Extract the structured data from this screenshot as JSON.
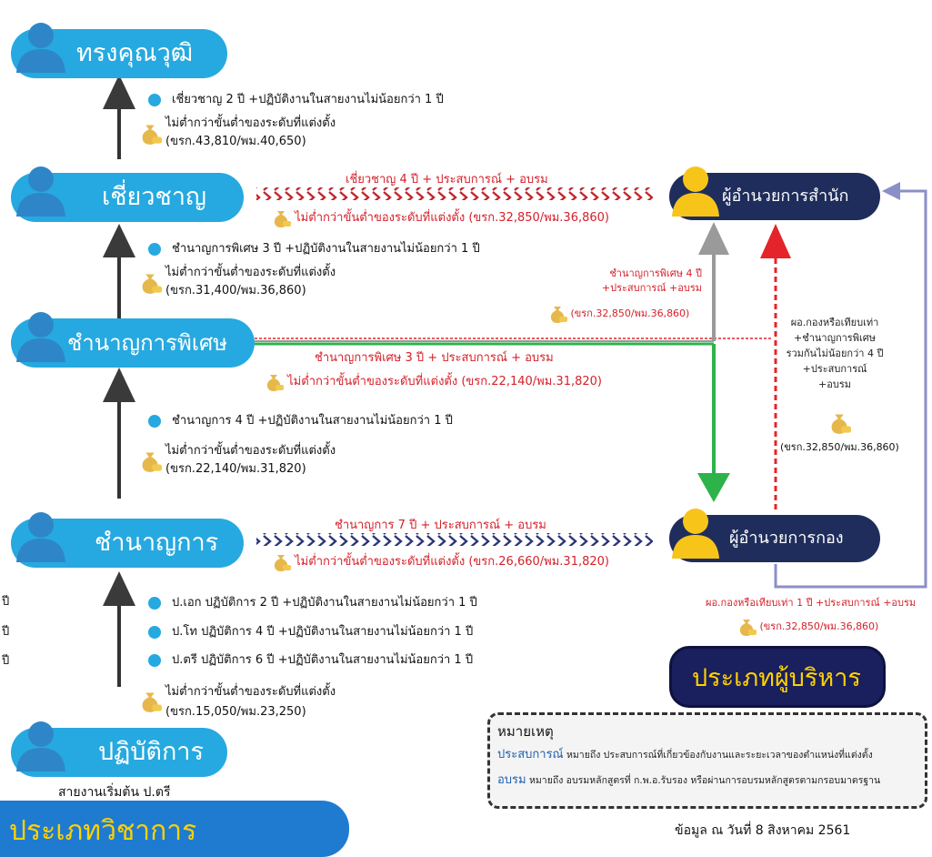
{
  "levels": {
    "expert_top": "ทรงคุณวุฒิ",
    "expert": "เชี่ยวชาญ",
    "senior_pro": "ชำนาญการพิเศษ",
    "pro": "ชำนาญการ",
    "operational": "ปฏิบัติการ"
  },
  "start_note": "สายงานเริ่มต้น ป.ตรี",
  "academic_type": "ประเภทวิชาการ",
  "exec_type": "ประเภทผู้บริหาร",
  "exec": {
    "office_director": "ผู้อำนวยการสำนัก",
    "division_director": "ผู้อำนวยการกอง"
  },
  "req": {
    "to_top_1": "เชี่ยวชาญ 2 ปี +ปฏิบัติงานในสายงานไม่น้อยกว่า 1 ปี",
    "to_top_2": "ไม่ต่ำกว่าขั้นต่ำของระดับที่แต่งตั้ง",
    "to_top_3": "(ขรก.43,810/พม.40,650)",
    "to_expert_1": "ชำนาญการพิเศษ 3 ปี +ปฏิบัติงานในสายงานไม่น้อยกว่า 1 ปี",
    "to_expert_2": "ไม่ต่ำกว่าขั้นต่ำของระดับที่แต่งตั้ง",
    "to_expert_3": "(ขรก.31,400/พม.36,860)",
    "to_senior_1": "ชำนาญการ 4 ปี +ปฏิบัติงานในสายงานไม่น้อยกว่า 1 ปี",
    "to_senior_2": "ไม่ต่ำกว่าขั้นต่ำของระดับที่แต่งตั้ง",
    "to_senior_3": "(ขรก.22,140/พม.31,820)",
    "to_pro_1": "ป.เอก ปฏิบัติการ 2 ปี +ปฏิบัติงานในสายงานไม่น้อยกว่า 1 ปี",
    "to_pro_2": "ป.โท ปฏิบัติการ 4 ปี +ปฏิบัติงานในสายงานไม่น้อยกว่า 1 ปี",
    "to_pro_3": "ป.ตรี ปฏิบัติการ 6 ปี +ปฏิบัติงานในสายงานไม่น้อยกว่า 1 ปี",
    "to_pro_4": "ไม่ต่ำกว่าขั้นต่ำของระดับที่แต่งตั้ง",
    "to_pro_5": "(ขรก.15,050/พม.23,250)"
  },
  "cross": {
    "expert_office_1": "เชี่ยวชาญ 4 ปี + ประสบการณ์ + อบรม",
    "expert_office_2": "ไม่ต่ำกว่าขั้นต่ำของระดับที่แต่งตั้ง (ขรก.32,850/พม.36,860)",
    "senior_office_1": "ชำนาญการพิเศษ 4 ปี",
    "senior_office_2": "+ประสบการณ์ +อบรม",
    "senior_office_3": "(ขรก.32,850/พม.36,860)",
    "senior_div_1": "ชำนาญการพิเศษ 3 ปี + ประสบการณ์ + อบรม",
    "senior_div_2": "ไม่ต่ำกว่าขั้นต่ำของระดับที่แต่งตั้ง (ขรก.22,140/พม.31,820)",
    "pro_div_1": "ชำนาญการ 7 ปี + ประสบการณ์ + อบรม",
    "pro_div_2": "ไม่ต่ำกว่าขั้นต่ำของระดับที่แต่งตั้ง (ขรก.26,660/พม.31,820)",
    "div_office_a1": "ผอ.กองหรือเทียบเท่า",
    "div_office_a2": "+ชำนาญการพิเศษ",
    "div_office_a3": "รวมกันไม่น้อยกว่า 4 ปี",
    "div_office_a4": "+ประสบการณ์",
    "div_office_a5": "+อบรม",
    "div_office_a6": "(ขรก.32,850/พม.36,860)",
    "div_office_b1": "ผอ.กองหรือเทียบเท่า 1 ปี +ประสบการณ์ +อบรม",
    "div_office_b2": "(ขรก.32,850/พม.36,860)"
  },
  "left_cut": [
    "ปี",
    "ปี",
    "ปี"
  ],
  "legend": {
    "title": "หมายเหตุ",
    "k1": "ประสบการณ์",
    "v1": "หมายถึง ประสบการณ์ที่เกี่ยวข้องกับงานและระยะเวลาของตำแหน่งที่แต่งตั้ง",
    "k2": "อบรม",
    "v2": "หมายถึง อบรมหลักสูตรที่ ก.พ.อ.รับรอง หรือผ่านการอบรมหลักสูตรตามกรอบมาตรฐาน"
  },
  "date_note": "ข้อมูล ณ วันที่ 8 สิงหาคม 2561",
  "colors": {
    "level_blue": "#26a9e0",
    "exec_navy": "#1f2d5c",
    "arrow_red": "#e4242a",
    "arrow_green": "#2db34a",
    "arrow_gray": "#9a9a9a",
    "arrow_dark": "#3a3a3a",
    "head_yellow": "#f7c51a",
    "head_blue": "#2e86c8"
  },
  "icons": {
    "person": "person-icon",
    "money_bag": "money-bag-icon",
    "bullet": "bullet-dot-icon"
  }
}
